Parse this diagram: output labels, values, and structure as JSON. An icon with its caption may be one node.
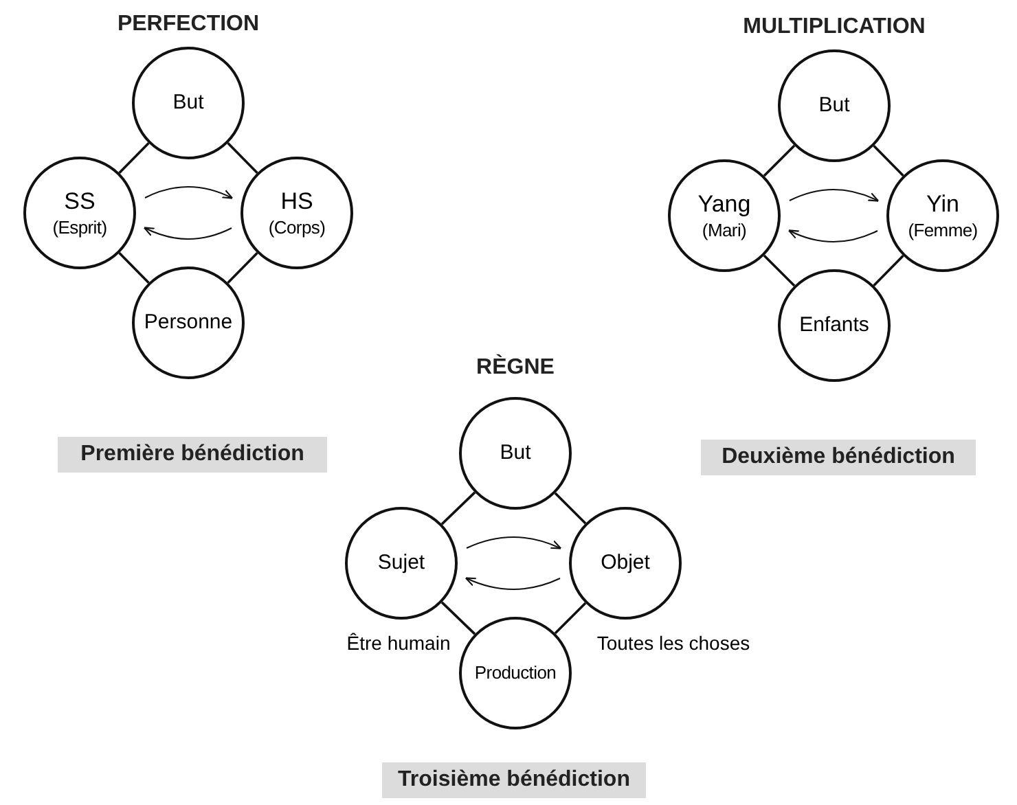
{
  "diagram": {
    "nodes": [
      {
        "text": [
          "But"
        ]
      },
      {
        "text": [
          "SS",
          "(Esprit)"
        ]
      },
      {
        "text": [
          "HS",
          "(Corps)"
        ]
      },
      {
        "text": [
          "Personne"
        ]
      },
      {
        "text": [
          "Première bénédiction"
        ]
      },
      {
        "text": [
          "But"
        ]
      },
      {
        "text": [
          "Yang",
          "(Mari)"
        ]
      },
      {
        "text": [
          "Yin",
          "(Femme)"
        ]
      },
      {
        "text": [
          "Enfants"
        ]
      },
      {
        "text": [
          "Deuxième bénédiction"
        ]
      },
      {
        "text": [
          "But"
        ]
      },
      {
        "text": [
          "Sujet"
        ]
      },
      {
        "text": [
          "Objet"
        ]
      },
      {
        "text": [
          "Production"
        ]
      },
      {
        "text": [
          "Troisième bénédiction"
        ]
      }
    ],
    "edges": [
      {
        "from": 0,
        "to": 1,
        "arrow": "none"
      },
      {
        "from": 0,
        "to": 2,
        "arrow": "none"
      },
      {
        "from": 1,
        "to": 3,
        "arrow": "none"
      },
      {
        "from": 2,
        "to": 3,
        "arrow": "none"
      },
      {
        "from": 1,
        "to": 2,
        "arrow": "to"
      },
      {
        "from": 2,
        "to": 1,
        "arrow": "to"
      },
      {
        "from": 5,
        "to": 6,
        "arrow": "none"
      },
      {
        "from": 5,
        "to": 7,
        "arrow": "none"
      },
      {
        "from": 6,
        "to": 8,
        "arrow": "none"
      },
      {
        "from": 7,
        "to": 8,
        "arrow": "none"
      },
      {
        "from": 6,
        "to": 7,
        "arrow": "to"
      },
      {
        "from": 7,
        "to": 6,
        "arrow": "to"
      },
      {
        "from": 10,
        "to": 11,
        "arrow": "none"
      },
      {
        "from": 10,
        "to": 12,
        "arrow": "none"
      },
      {
        "from": 11,
        "to": 13,
        "arrow": "none"
      },
      {
        "from": 12,
        "to": 13,
        "arrow": "none"
      },
      {
        "from": 11,
        "to": 12,
        "arrow": "to"
      },
      {
        "from": 12,
        "to": 11,
        "arrow": "to"
      }
    ],
    "labels": [
      "PERFECTION",
      "MULTIPLICATION",
      "RÈGNE",
      "Être humain",
      "Toutes les choses"
    ]
  }
}
